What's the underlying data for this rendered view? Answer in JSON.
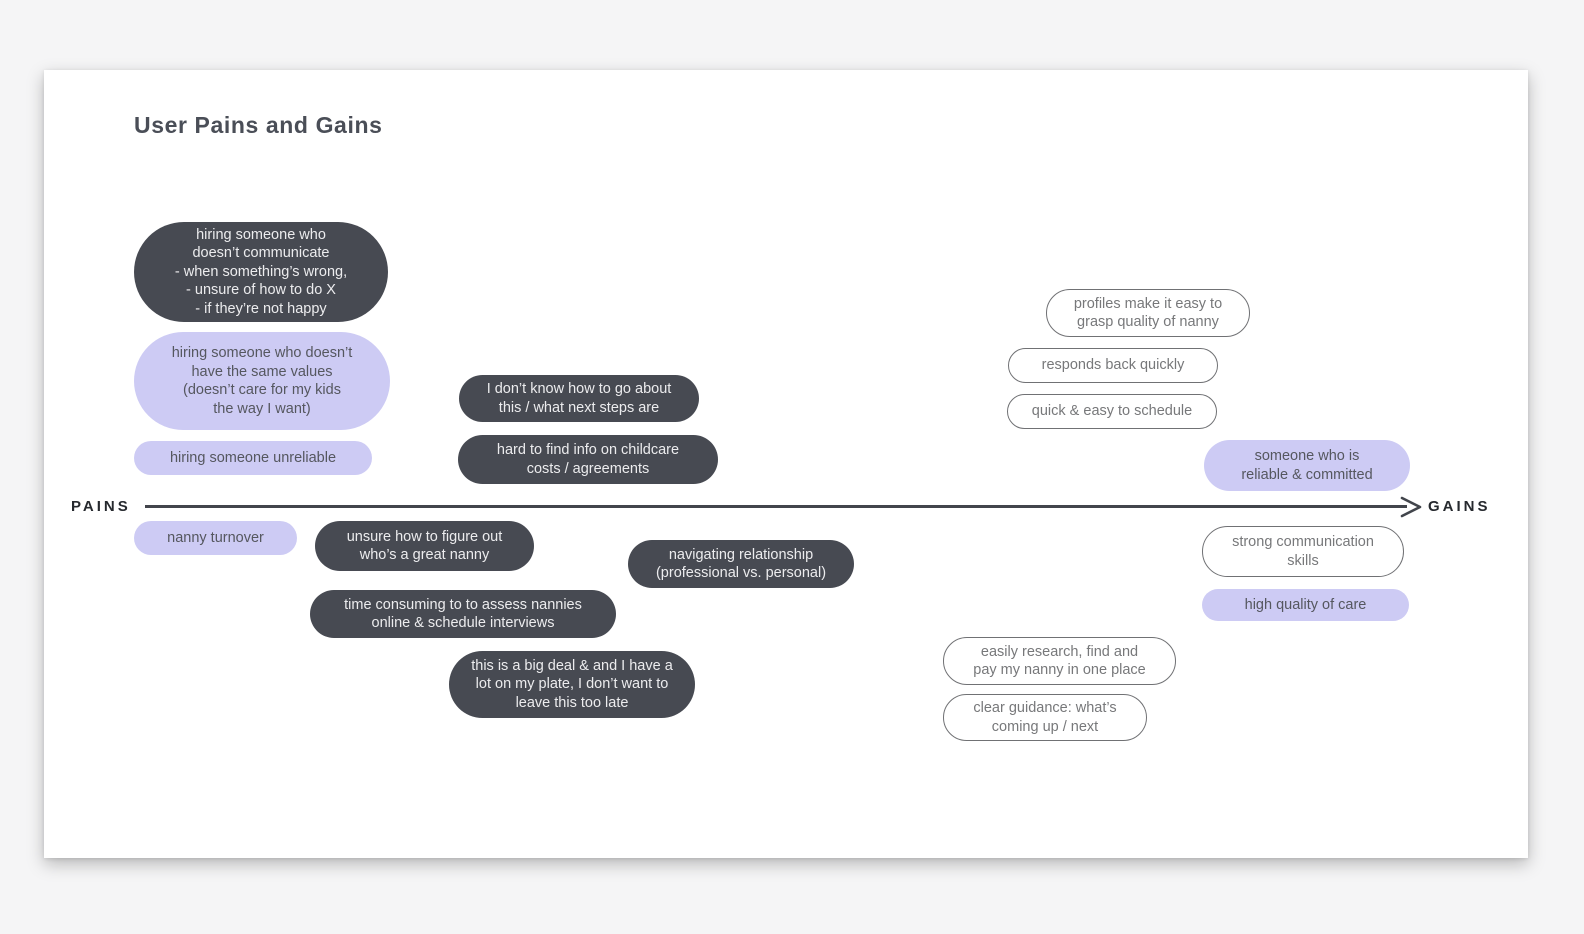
{
  "title": "User Pains and Gains",
  "axis": {
    "left_label": "PAINS",
    "right_label": "GAINS"
  },
  "colors": {
    "page_background": "#f5f5f6",
    "card_background": "#ffffff",
    "pain_dark_pill": "#474a52",
    "purple_pill": "#cdcbf4",
    "outline_pill_border": "#707174",
    "axis_line": "#42454c",
    "title_text": "#4a4e57"
  },
  "pills": {
    "pain_communicate": {
      "style": "dark",
      "side": "pains",
      "text": "hiring someone who\ndoesn’t communicate\n- when something’s wrong,\n- unsure of how to do X\n- if they’re not happy"
    },
    "pain_values": {
      "style": "purple",
      "side": "pains",
      "text": "hiring someone who doesn’t\nhave the same values\n(doesn’t care for my kids\nthe way I want)"
    },
    "pain_unreliable": {
      "style": "purple",
      "side": "pains",
      "text": "hiring someone unreliable"
    },
    "pain_next_steps": {
      "style": "dark",
      "side": "pains",
      "text": "I don’t know how to go about\nthis / what next steps are"
    },
    "pain_childcare_info": {
      "style": "dark",
      "side": "pains",
      "text": "hard to find info on childcare\ncosts / agreements"
    },
    "pain_nanny_turnover": {
      "style": "purple",
      "side": "pains",
      "text": "nanny turnover"
    },
    "pain_great_nanny": {
      "style": "dark",
      "side": "pains",
      "text": "unsure how to figure out\nwho’s a great nanny"
    },
    "pain_relationship": {
      "style": "dark",
      "side": "pains",
      "text": "navigating relationship\n(professional vs. personal)"
    },
    "pain_time_consuming": {
      "style": "dark",
      "side": "pains",
      "text": "time consuming to to assess nannies\nonline & schedule interviews"
    },
    "pain_big_deal": {
      "style": "dark",
      "side": "pains",
      "text": "this is a big deal & and I have a\nlot on my plate, I don’t want to\nleave this too late"
    },
    "gain_profiles": {
      "style": "outline",
      "side": "gains",
      "text": "profiles make it easy to\ngrasp quality of nanny"
    },
    "gain_responds": {
      "style": "outline",
      "side": "gains",
      "text": "responds back quickly"
    },
    "gain_schedule": {
      "style": "outline",
      "side": "gains",
      "text": "quick & easy to schedule"
    },
    "gain_reliable": {
      "style": "purple",
      "side": "gains",
      "text": "someone who is\nreliable & committed"
    },
    "gain_communication": {
      "style": "outline",
      "side": "gains",
      "text": "strong communication\nskills"
    },
    "gain_quality_care": {
      "style": "purple",
      "side": "gains",
      "text": "high quality of care"
    },
    "gain_research_pay": {
      "style": "outline",
      "side": "gains",
      "text": "easily research, find and\npay my nanny in one place"
    },
    "gain_guidance": {
      "style": "outline",
      "side": "gains",
      "text": "clear guidance: what’s\ncoming up / next"
    }
  }
}
